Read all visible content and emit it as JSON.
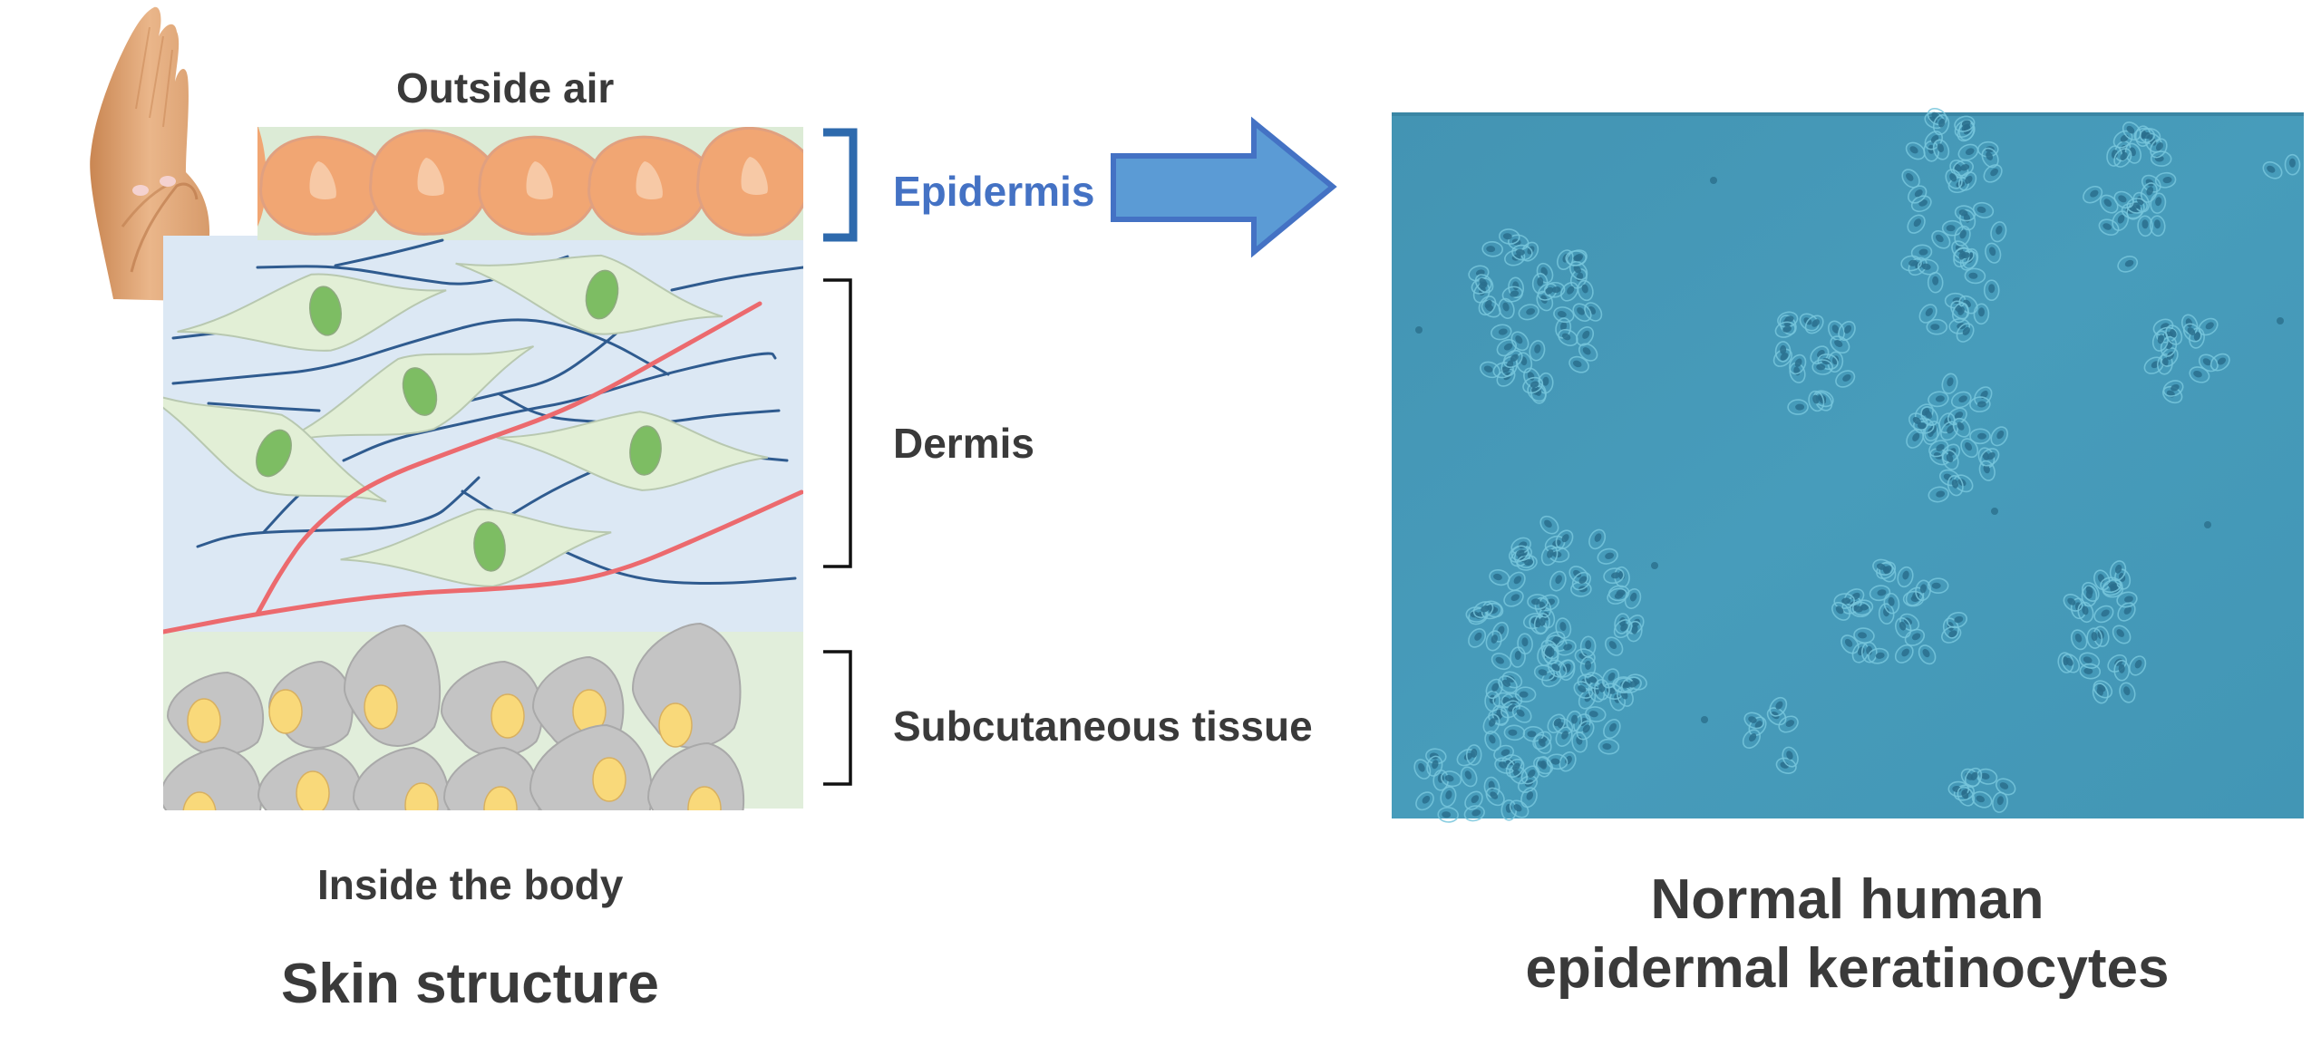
{
  "figure": {
    "left_panel": {
      "top_label": "Outside air",
      "bottom_label": "Inside the body",
      "title": "Skin structure",
      "layers": [
        {
          "name": "Epidermis",
          "color": "#4472c4",
          "bracket_color": "#2e6aad",
          "highlighted": true
        },
        {
          "name": "Dermis",
          "color": "#3a3a3a",
          "bracket_color": "#111111",
          "highlighted": false
        },
        {
          "name": "Subcutaneous tissue",
          "color": "#3a3a3a",
          "bracket_color": "#111111",
          "highlighted": false
        }
      ],
      "hand_icon": "hands-photo",
      "colors": {
        "epidermis_cell": "#f1a673",
        "epidermis_nucleus": "#f7c9a6",
        "basal_band": "#dcebd6",
        "dermis_bg": "#dce8f4",
        "fiber": "#2f5b8f",
        "fibroblast": "#e2efd6",
        "fibroblast_nucleus": "#7dbd63",
        "vessel": "#ec6a6e",
        "fat_cell": "#c4c4c4",
        "fat_nucleus": "#f9d97a",
        "subcut_bg": "#e1eedb"
      }
    },
    "arrow": {
      "icon": "right-arrow-icon",
      "fill": "#5b9bd5",
      "stroke": "#4472c4"
    },
    "right_panel": {
      "image": "keratinocyte-micrograph",
      "background": "#4599b8",
      "caption_lines": [
        "Normal human",
        "epidermal keratinocytes"
      ]
    }
  }
}
